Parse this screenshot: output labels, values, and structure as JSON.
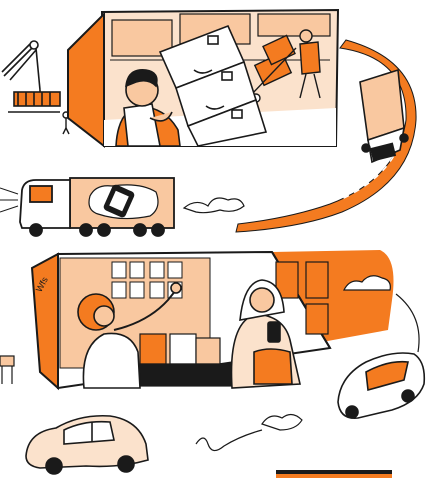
{
  "illustration": {
    "colors": {
      "orange": "#f47b20",
      "peach": "#f9c8a0",
      "light_peach": "#fbe2cc",
      "ink": "#1a1a1a",
      "paper": "#ffffff",
      "road_line": "#ffffff"
    },
    "store_sign": "Wfs",
    "panels": [
      {
        "name": "warehouse",
        "icon": "warehouse-icon"
      },
      {
        "name": "store",
        "icon": "store-icon"
      }
    ],
    "icons": [
      "crane-icon",
      "delivery-truck-icon",
      "phone-icon",
      "car-icon",
      "cloud-icon",
      "person-icon",
      "package-icon"
    ]
  }
}
